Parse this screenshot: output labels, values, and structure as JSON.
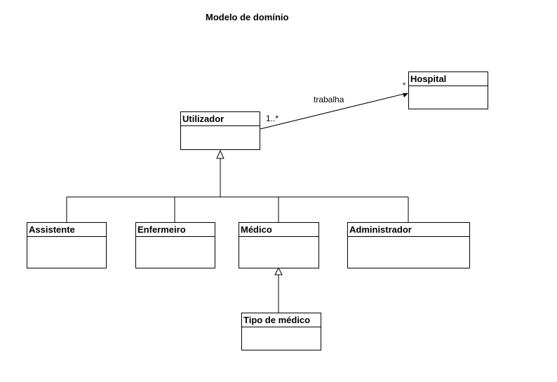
{
  "diagram": {
    "title": "Modelo de domínio",
    "classes": {
      "hospital": "Hospital",
      "utilizador": "Utilizador",
      "assistente": "Assistente",
      "enfermeiro": "Enfermeiro",
      "medico": "Médico",
      "administrador": "Administrador",
      "tipo_medico": "Tipo de médico"
    },
    "association": {
      "label": "trabalha",
      "mult_utilizador": "1..*",
      "mult_hospital": "*"
    }
  }
}
